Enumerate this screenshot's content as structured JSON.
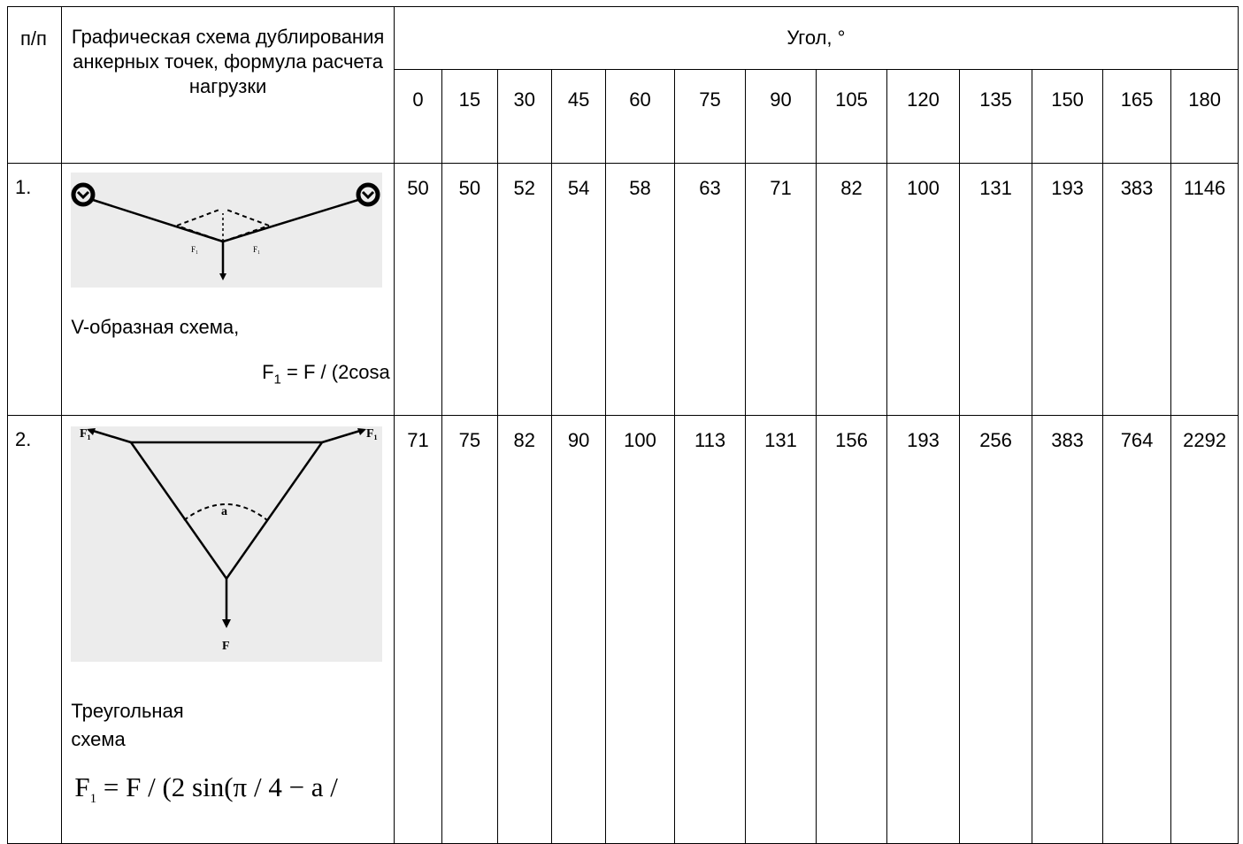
{
  "header": {
    "num_label": "п/п",
    "desc_label": "Графическая схема дублирования анкерных точек, формула расчета нагрузки",
    "angle_label": "Угол, °",
    "angles": [
      "0",
      "15",
      "30",
      "45",
      "60",
      "75",
      "90",
      "105",
      "120",
      "135",
      "150",
      "165",
      "180"
    ]
  },
  "rows": [
    {
      "num": "1.",
      "caption": "V-образная схема,",
      "formula_a": "F",
      "formula_sub": "1",
      "formula_b": " = F / (2cosa",
      "values": [
        "50",
        "50",
        "52",
        "54",
        "58",
        "63",
        "71",
        "82",
        "100",
        "131",
        "193",
        "383",
        "1146"
      ]
    },
    {
      "num": "2.",
      "caption_1": "Треугольная",
      "caption_2": "схема",
      "formula_a": "F",
      "formula_sub": "1",
      "formula_b": " = F / (2 sin(π / 4 − a /",
      "values": [
        "71",
        "75",
        "82",
        "90",
        "100",
        "113",
        "131",
        "156",
        "193",
        "256",
        "383",
        "764",
        "2292"
      ]
    }
  ],
  "diagram_labels": {
    "v_left": "F₁",
    "v_right": "F₁",
    "t_left": "F₁",
    "t_right": "F₁",
    "t_angle": "a",
    "t_bottom": "F"
  }
}
